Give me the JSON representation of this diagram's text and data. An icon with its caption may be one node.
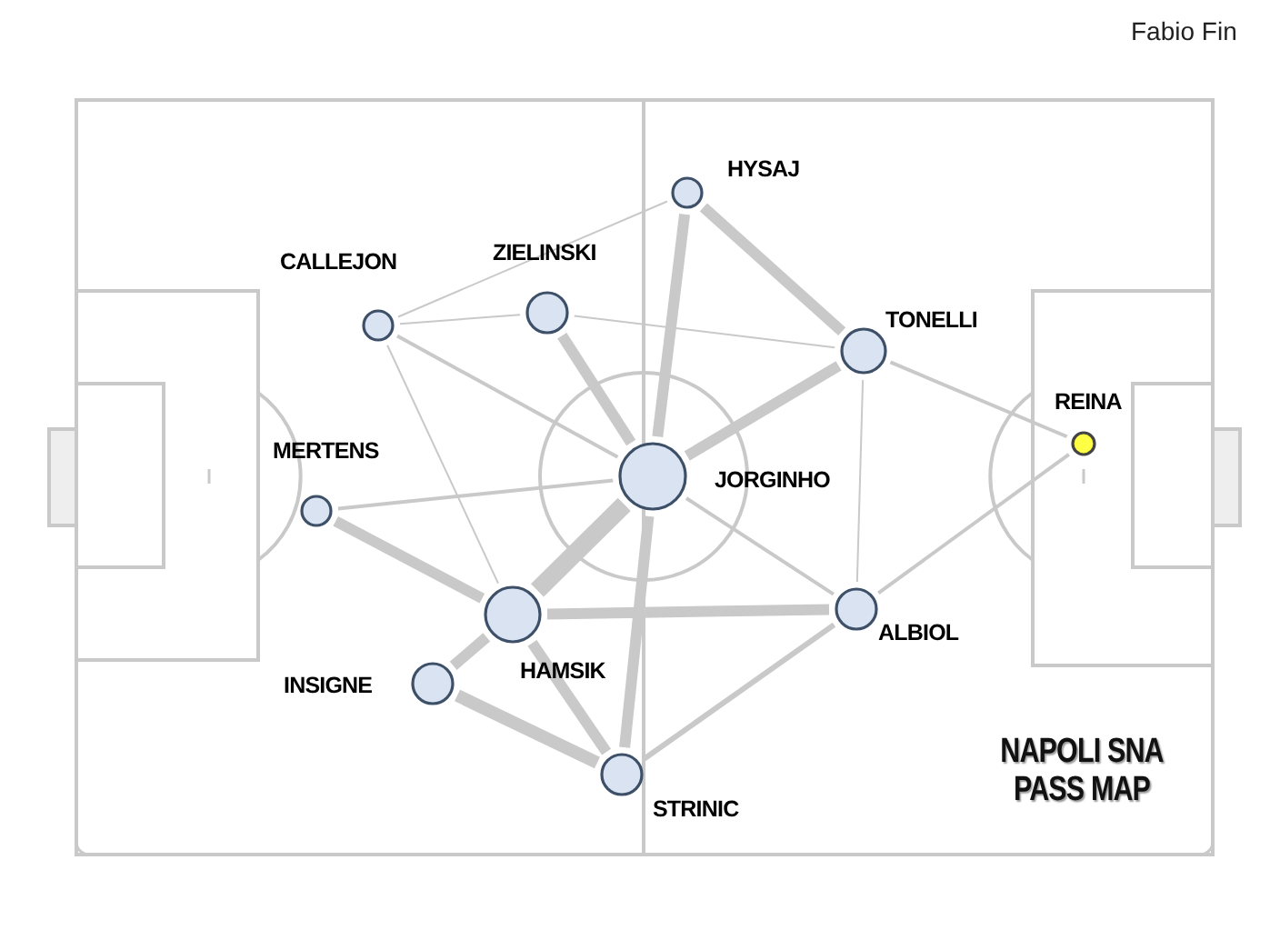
{
  "diagram": {
    "nodes": [
      {
        "text": [],
        "shape": "circle",
        "beside": [
          "HYSAJ"
        ]
      },
      {
        "text": [],
        "shape": "circle",
        "beside": [
          "CALLEJON"
        ]
      },
      {
        "text": [],
        "shape": "circle",
        "beside": [
          "ZIELINSKI"
        ]
      },
      {
        "text": [],
        "shape": "circle",
        "beside": [
          "TONELLI"
        ]
      },
      {
        "text": [],
        "shape": "circle",
        "beside": [
          "REINA"
        ]
      },
      {
        "text": [],
        "shape": "circle",
        "beside": [
          "MERTENS"
        ]
      },
      {
        "text": [],
        "shape": "circle",
        "beside": [
          "JORGINHO"
        ]
      },
      {
        "text": [],
        "shape": "circle",
        "beside": [
          "ALBIOL"
        ]
      },
      {
        "text": [],
        "shape": "circle",
        "beside": [
          "HAMSIK"
        ]
      },
      {
        "text": [],
        "shape": "circle",
        "beside": [
          "INSIGNE"
        ]
      },
      {
        "text": [],
        "shape": "circle",
        "beside": [
          "STRINIC"
        ]
      }
    ],
    "edges": [
      {
        "from": 1,
        "to": 0,
        "arrow": "none"
      },
      {
        "from": 1,
        "to": 2,
        "arrow": "none"
      },
      {
        "from": 1,
        "to": 6,
        "arrow": "none"
      },
      {
        "from": 1,
        "to": 8,
        "arrow": "none"
      },
      {
        "from": 2,
        "to": 3,
        "arrow": "none"
      },
      {
        "from": 2,
        "to": 6,
        "arrow": "none",
        "style": "thick"
      },
      {
        "from": 0,
        "to": 6,
        "arrow": "none",
        "style": "thick"
      },
      {
        "from": 0,
        "to": 3,
        "arrow": "none",
        "style": "thick"
      },
      {
        "from": 3,
        "to": 6,
        "arrow": "none",
        "style": "thick"
      },
      {
        "from": 3,
        "to": 4,
        "arrow": "none"
      },
      {
        "from": 3,
        "to": 7,
        "arrow": "none"
      },
      {
        "from": 4,
        "to": 7,
        "arrow": "none"
      },
      {
        "from": 5,
        "to": 6,
        "arrow": "none"
      },
      {
        "from": 5,
        "to": 8,
        "arrow": "none",
        "style": "thick"
      },
      {
        "from": 6,
        "to": 8,
        "arrow": "none",
        "style": "thick"
      },
      {
        "from": 6,
        "to": 7,
        "arrow": "none"
      },
      {
        "from": 6,
        "to": 10,
        "arrow": "none",
        "style": "thick"
      },
      {
        "from": 8,
        "to": 7,
        "arrow": "none",
        "style": "thick"
      },
      {
        "from": 8,
        "to": 9,
        "arrow": "none",
        "style": "thick"
      },
      {
        "from": 8,
        "to": 10,
        "arrow": "none",
        "style": "thick"
      },
      {
        "from": 9,
        "to": 10,
        "arrow": "none",
        "style": "thick"
      },
      {
        "from": 7,
        "to": 10,
        "arrow": "none"
      }
    ],
    "labels": [
      "Fabio Fin",
      "NAPOLI SNA PASS MAP"
    ]
  }
}
